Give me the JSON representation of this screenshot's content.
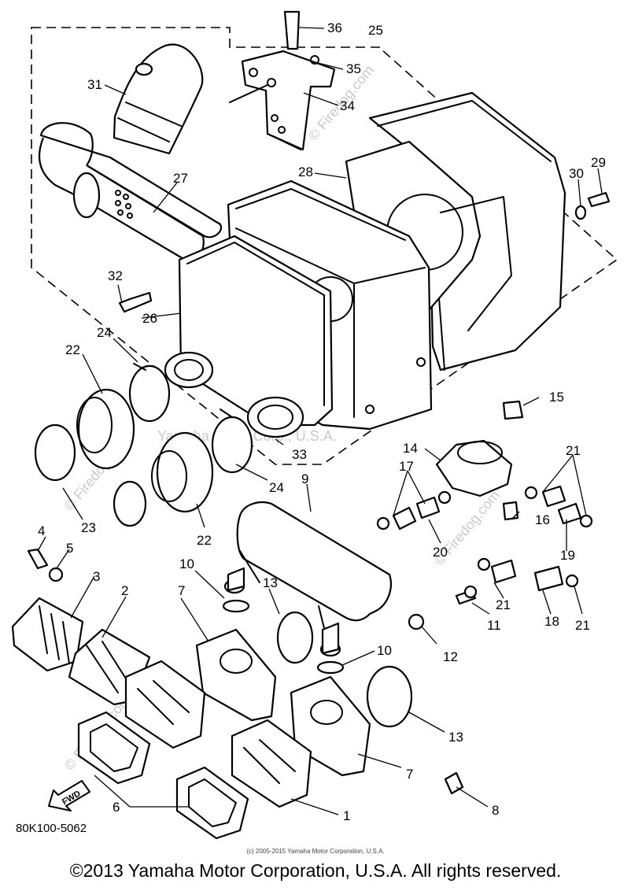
{
  "diagram": {
    "part_numbers": [
      "1",
      "2",
      "3",
      "4",
      "5",
      "6",
      "7",
      "8",
      "9",
      "10",
      "11",
      "12",
      "13",
      "14",
      "15",
      "16",
      "17",
      "18",
      "19",
      "20",
      "21",
      "22",
      "23",
      "24",
      "25",
      "26",
      "27",
      "28",
      "29",
      "30",
      "31",
      "32",
      "33",
      "34",
      "35",
      "36"
    ],
    "labels": {
      "p36": "36",
      "p25": "25",
      "p35": "35",
      "p34": "34",
      "p31": "31",
      "p27": "27",
      "p28": "28",
      "p30": "30",
      "p29": "29",
      "p32": "32",
      "p26": "26",
      "p24a": "24",
      "p22a": "22",
      "p33": "33",
      "p24b": "24",
      "p15": "15",
      "p14": "14",
      "p21a": "21",
      "p17": "17",
      "p9": "9",
      "p23": "23",
      "p22b": "22",
      "p16": "16",
      "p20": "20",
      "p19": "19",
      "p4": "4",
      "p5": "5",
      "p3": "3",
      "p2": "2",
      "p10a": "10",
      "p13a": "13",
      "p7a": "7",
      "p21b": "21",
      "p11": "11",
      "p18": "18",
      "p21c": "21",
      "p12": "12",
      "p10b": "10",
      "p13b": "13",
      "p7b": "7",
      "p8": "8",
      "p6": "6",
      "p1": "1"
    },
    "fwd_label": "FWD",
    "part_code": "80K100-5062",
    "watermark": "Yamaha Motor Corp., U.S.A.",
    "watermark_site": "© Firedog.com",
    "small_copyright": "(c) 2005-2015 Yamaha Motor Corporation, U.S.A."
  },
  "footer": {
    "copyright": "©2013 Yamaha Motor Corporation, U.S.A. All rights reserved."
  }
}
